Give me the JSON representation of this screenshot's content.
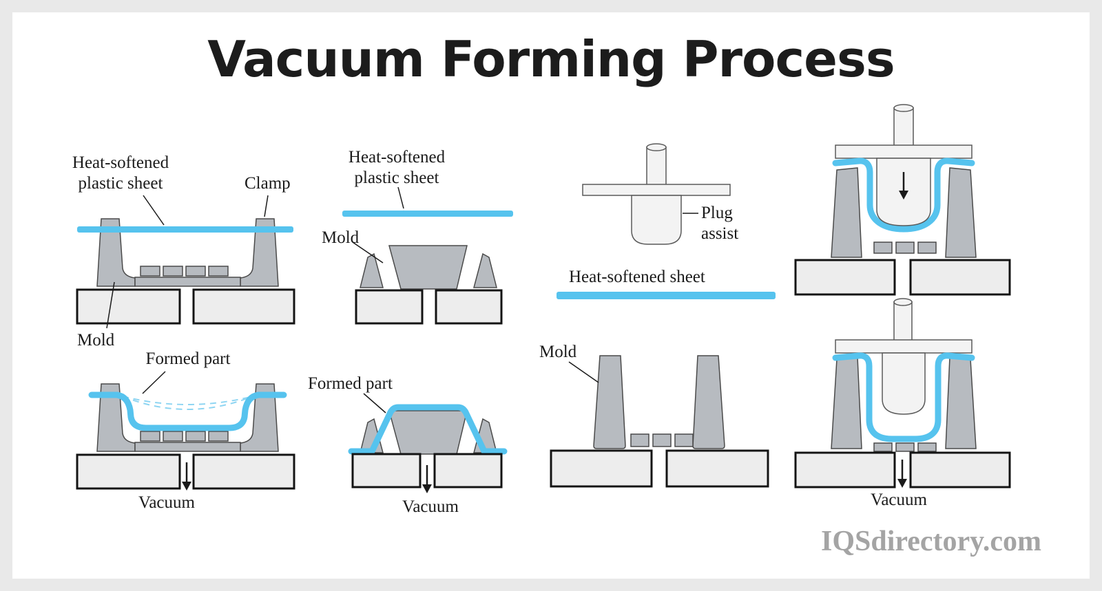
{
  "title": "Vacuum Forming Process",
  "watermark": "IQSdirectory.com",
  "colors": {
    "sheet": "#56c3ee",
    "mold": "#b7bbc0",
    "platform": "#ededed",
    "outline": "#1a1a1a"
  },
  "labels": {
    "drape_top": {
      "sheet": "Heat-softened\nplastic sheet",
      "clamp": "Clamp",
      "mold": "Mold"
    },
    "drape_bottom": {
      "formed_part": "Formed part",
      "vacuum": "Vacuum"
    },
    "male_top": {
      "sheet": "Heat-softened\nplastic sheet",
      "mold": "Mold"
    },
    "male_bottom": {
      "formed_part": "Formed part",
      "vacuum": "Vacuum"
    },
    "plug_top": {
      "plug_assist": "Plug\nassist",
      "sheet": "Heat-softened sheet"
    },
    "plug_mold": {
      "mold": "Mold"
    },
    "plug_bottom": {
      "vacuum": "Vacuum"
    }
  }
}
